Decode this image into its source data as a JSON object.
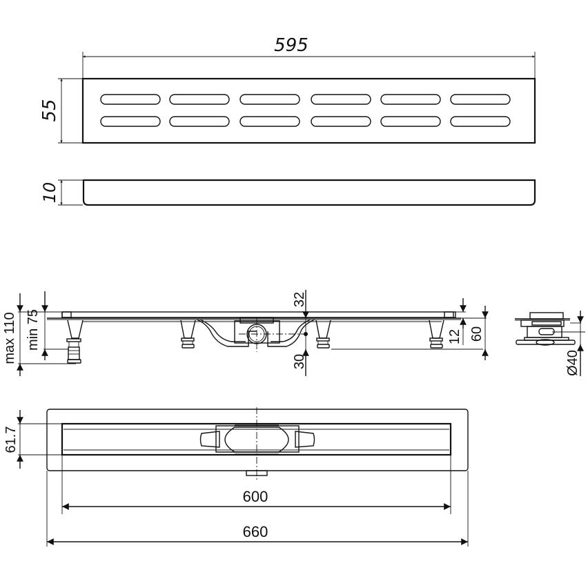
{
  "drawing": {
    "subject": "Linear shower drain channel with grate",
    "line_color": "#111111",
    "background": "#ffffff"
  },
  "grate_top_view": {
    "width_label": "595",
    "height_label": "55",
    "slot_rows": 2,
    "slots_per_row": 6
  },
  "grate_side_view": {
    "thickness_label": "10"
  },
  "channel_side_view": {
    "max_height_label": "max 110",
    "min_height_label": "min 75",
    "top_offset_label": "32",
    "outlet_center_label": "30",
    "frame_height_label": "12",
    "total_height_label": "60"
  },
  "channel_end_view": {
    "outlet_diameter_label": "Ø40"
  },
  "channel_plan_view": {
    "channel_width_label": "61.7",
    "inner_length_label": "600",
    "outer_length_label": "660"
  }
}
